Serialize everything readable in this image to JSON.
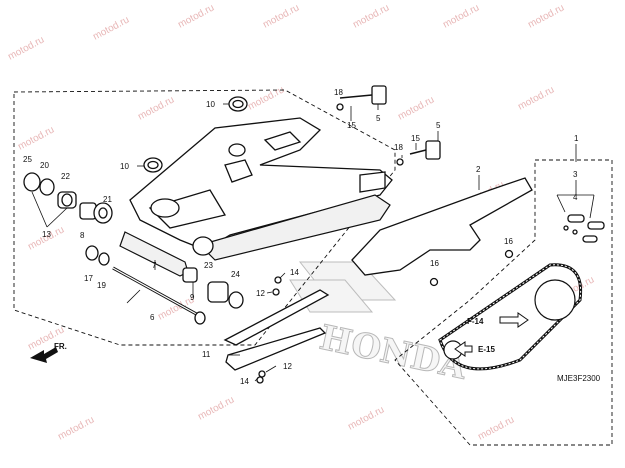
{
  "watermark": "motod.ru",
  "diagram_code": "MJE3F2300",
  "brand": "HONDA",
  "front_arrow": "FR.",
  "ref_f14": "F-14",
  "ref_e15": "E-15",
  "callouts": {
    "c1": "1",
    "c2": "2",
    "c3": "3",
    "c4": "4",
    "c5a": "5",
    "c5b": "5",
    "c6": "6",
    "c7": "7",
    "c8": "8",
    "c9": "9",
    "c10a": "10",
    "c10b": "10",
    "c11": "11",
    "c12a": "12",
    "c12b": "12",
    "c13": "13",
    "c14a": "14",
    "c14b": "14",
    "c15a": "15",
    "c15b": "15",
    "c16a": "16",
    "c16b": "16",
    "c17": "17",
    "c18a": "18",
    "c18b": "18",
    "c19": "19",
    "c20": "20",
    "c21": "21",
    "c22": "22",
    "c23": "23",
    "c24": "24",
    "c25": "25"
  }
}
